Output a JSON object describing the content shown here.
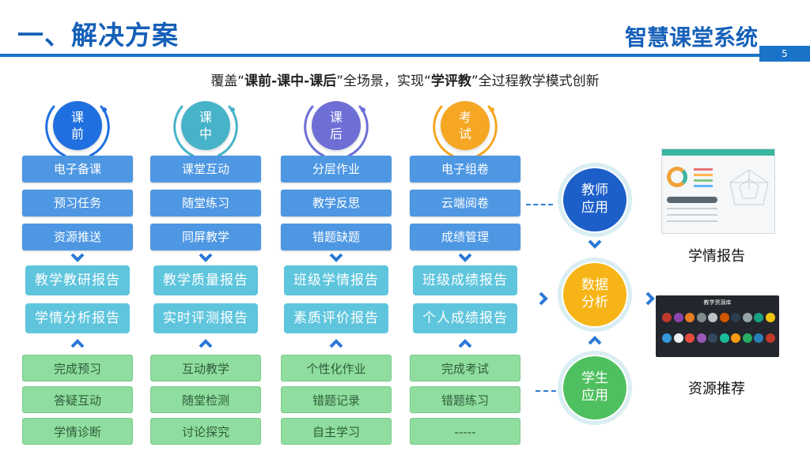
{
  "header": {
    "title": "一、解决方案",
    "brand": "智慧课堂系统",
    "page_number": "5"
  },
  "subtitle": {
    "pre": "覆盖“",
    "phases": "课前-课中-课后",
    "mid": "”全场景，实现“",
    "flow": "学评教",
    "post": "”全过程教学模式创新"
  },
  "columns": [
    {
      "circle": [
        "课",
        "前"
      ],
      "color": "#1f6fe0",
      "top_items": [
        "电子备课",
        "预习任务",
        "资源推送"
      ],
      "reports": [
        "教学教研报告",
        "学情分析报告"
      ],
      "bottom_items": [
        "完成预习",
        "答疑互动",
        "学情诊断"
      ]
    },
    {
      "circle": [
        "课",
        "中"
      ],
      "color": "#47b3c9",
      "top_items": [
        "课堂互动",
        "随堂练习",
        "同屏教学"
      ],
      "reports": [
        "教学质量报告",
        "实时评测报告"
      ],
      "bottom_items": [
        "互动教学",
        "随堂检测",
        "讨论探究"
      ]
    },
    {
      "circle": [
        "课",
        "后"
      ],
      "color": "#6d6fd6",
      "top_items": [
        "分层作业",
        "教学反思",
        "错题缺题"
      ],
      "reports": [
        "班级学情报告",
        "素质评价报告"
      ],
      "bottom_items": [
        "个性化作业",
        "错题记录",
        "自主学习"
      ]
    },
    {
      "circle": [
        "考",
        "试"
      ],
      "color": "#f5a623",
      "top_items": [
        "电子组卷",
        "云端阅卷",
        "成绩管理"
      ],
      "reports": [
        "班级成绩报告",
        "个人成绩报告"
      ],
      "bottom_items": [
        "完成考试",
        "错题练习",
        "-----"
      ]
    }
  ],
  "right": {
    "teacher": [
      "教师",
      "应用"
    ],
    "data": [
      "数据",
      "分析"
    ],
    "student": [
      "学生",
      "应用"
    ],
    "teacher_color": "#1d5fc9",
    "data_color": "#f6b416",
    "student_color": "#4fc05f"
  },
  "outputs": {
    "report_caption": "学情报告",
    "resource_caption": "资源推荐",
    "resource_thumb_title": "教学资源库"
  }
}
